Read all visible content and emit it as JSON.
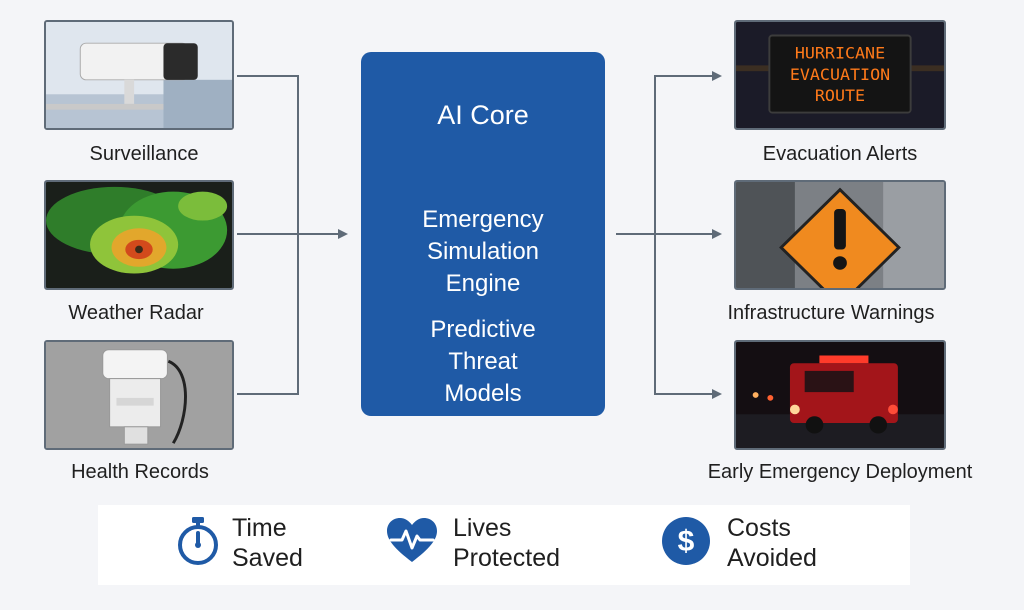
{
  "inputs": [
    {
      "label": "Surveillance",
      "image": "security-camera-photo"
    },
    {
      "label": "Weather Radar",
      "image": "hurricane-radar-photo"
    },
    {
      "label": "Health Records",
      "image": "sensor-device-photo"
    }
  ],
  "core": {
    "title": "AI Core",
    "lines": [
      "Emergency",
      "Simulation",
      "Engine",
      "Predictive",
      "Threat",
      "Models"
    ]
  },
  "outputs": [
    {
      "label": "Evacuation Alerts",
      "image": "evacuation-sign-photo",
      "sign_lines": [
        "HURRICANE",
        "EVACUATION",
        "ROUTE"
      ]
    },
    {
      "label": "Infrastructure Warnings",
      "image": "warning-sign-photo"
    },
    {
      "label": "Early Emergency Deployment",
      "image": "fire-truck-photo"
    }
  ],
  "benefits": [
    {
      "line1": "Time",
      "line2": "Saved",
      "icon": "stopwatch-icon"
    },
    {
      "line1": "Lives",
      "line2": "Protected",
      "icon": "heart-pulse-icon"
    },
    {
      "line1": "Costs",
      "line2": "Avoided",
      "icon": "dollar-coin-icon"
    }
  ],
  "colors": {
    "core": "#1f5aa6",
    "icons": "#1f5aa6",
    "connectors": "#5f6b78",
    "sign_text": "#ff7a1a"
  }
}
